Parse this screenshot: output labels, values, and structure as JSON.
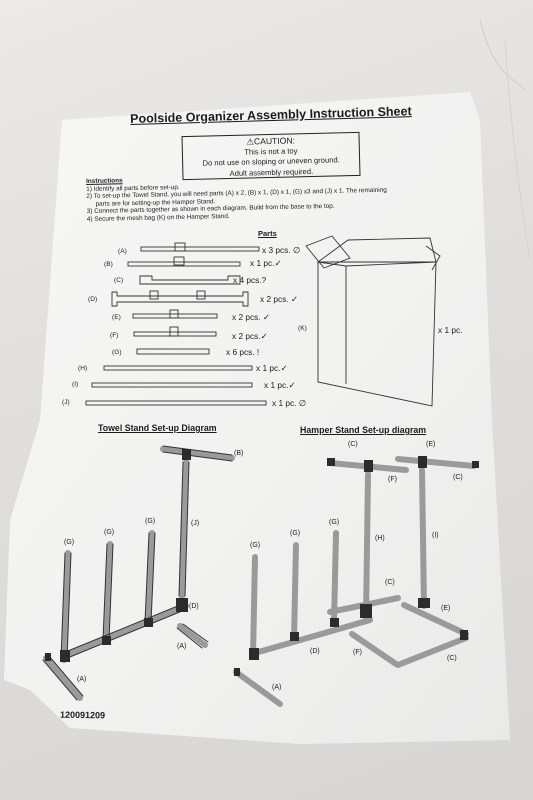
{
  "title": "Poolside Organizer Assembly Instruction Sheet",
  "caution": {
    "heading": "⚠CAUTION:",
    "lines": [
      "This is not a toy",
      "Do not use  on sloping or uneven ground.",
      "Adult assembly required."
    ]
  },
  "instructions": {
    "heading": "Instructions",
    "steps": [
      "1) Identify all parts before set-up.",
      "2) To set-up the Towel Stand, you will need parts (A) x 2, (B) x 1, (D) x 1, (G) x3 and (J) x 1. The remaining",
      "parts are for setting-up the Hamper Stand.",
      "3) Connect the parts together as shown in each diagram. Build from the base to the top.",
      "4) Secure the mesh bag (K) on the Hamper Stand."
    ]
  },
  "parts": {
    "heading": "Parts",
    "items": [
      {
        "label": "(A)",
        "qty": "x 3 pcs. ∅"
      },
      {
        "label": "(B)",
        "qty": "x 1 pc.✓"
      },
      {
        "label": "(C)",
        "qty": "x 4 pcs.?"
      },
      {
        "label": "(D)",
        "qty": "x 2 pcs. ✓"
      },
      {
        "label": "(E)",
        "qty": "x 2 pcs. ✓"
      },
      {
        "label": "(F)",
        "qty": "x 2 pcs.✓"
      },
      {
        "label": "(G)",
        "qty": "x 6 pcs. !"
      },
      {
        "label": "(H)",
        "qty": "x 1 pc.✓"
      },
      {
        "label": "(I)",
        "qty": "x 1 pc.✓"
      },
      {
        "label": "(J)",
        "qty": "x 1 pc. ∅"
      }
    ],
    "bag": {
      "label": "(K)",
      "qty": "x 1 pc."
    }
  },
  "towel_stand": {
    "heading": "Towel Stand Set-up Diagram",
    "labels": {
      "b": "(B)",
      "j": "(J)",
      "g1": "(G)",
      "g2": "(G)",
      "g3": "(G)",
      "d": "(D)",
      "a1": "(A)",
      "a2": "(A)"
    }
  },
  "hamper_stand": {
    "heading": "Hamper Stand Set-up diagram",
    "labels": {
      "c1": "(C)",
      "e1": "(E)",
      "f1": "(F)",
      "c2": "(C)",
      "g1": "(G)",
      "g2": "(G)",
      "g3": "(G)",
      "h": "(H)",
      "i": "(I)",
      "c3": "(C)",
      "e2": "(E)",
      "d": "(D)",
      "f2": "(F)",
      "c4": "(C)",
      "a": "(A)"
    }
  },
  "footer_code": "120091209"
}
